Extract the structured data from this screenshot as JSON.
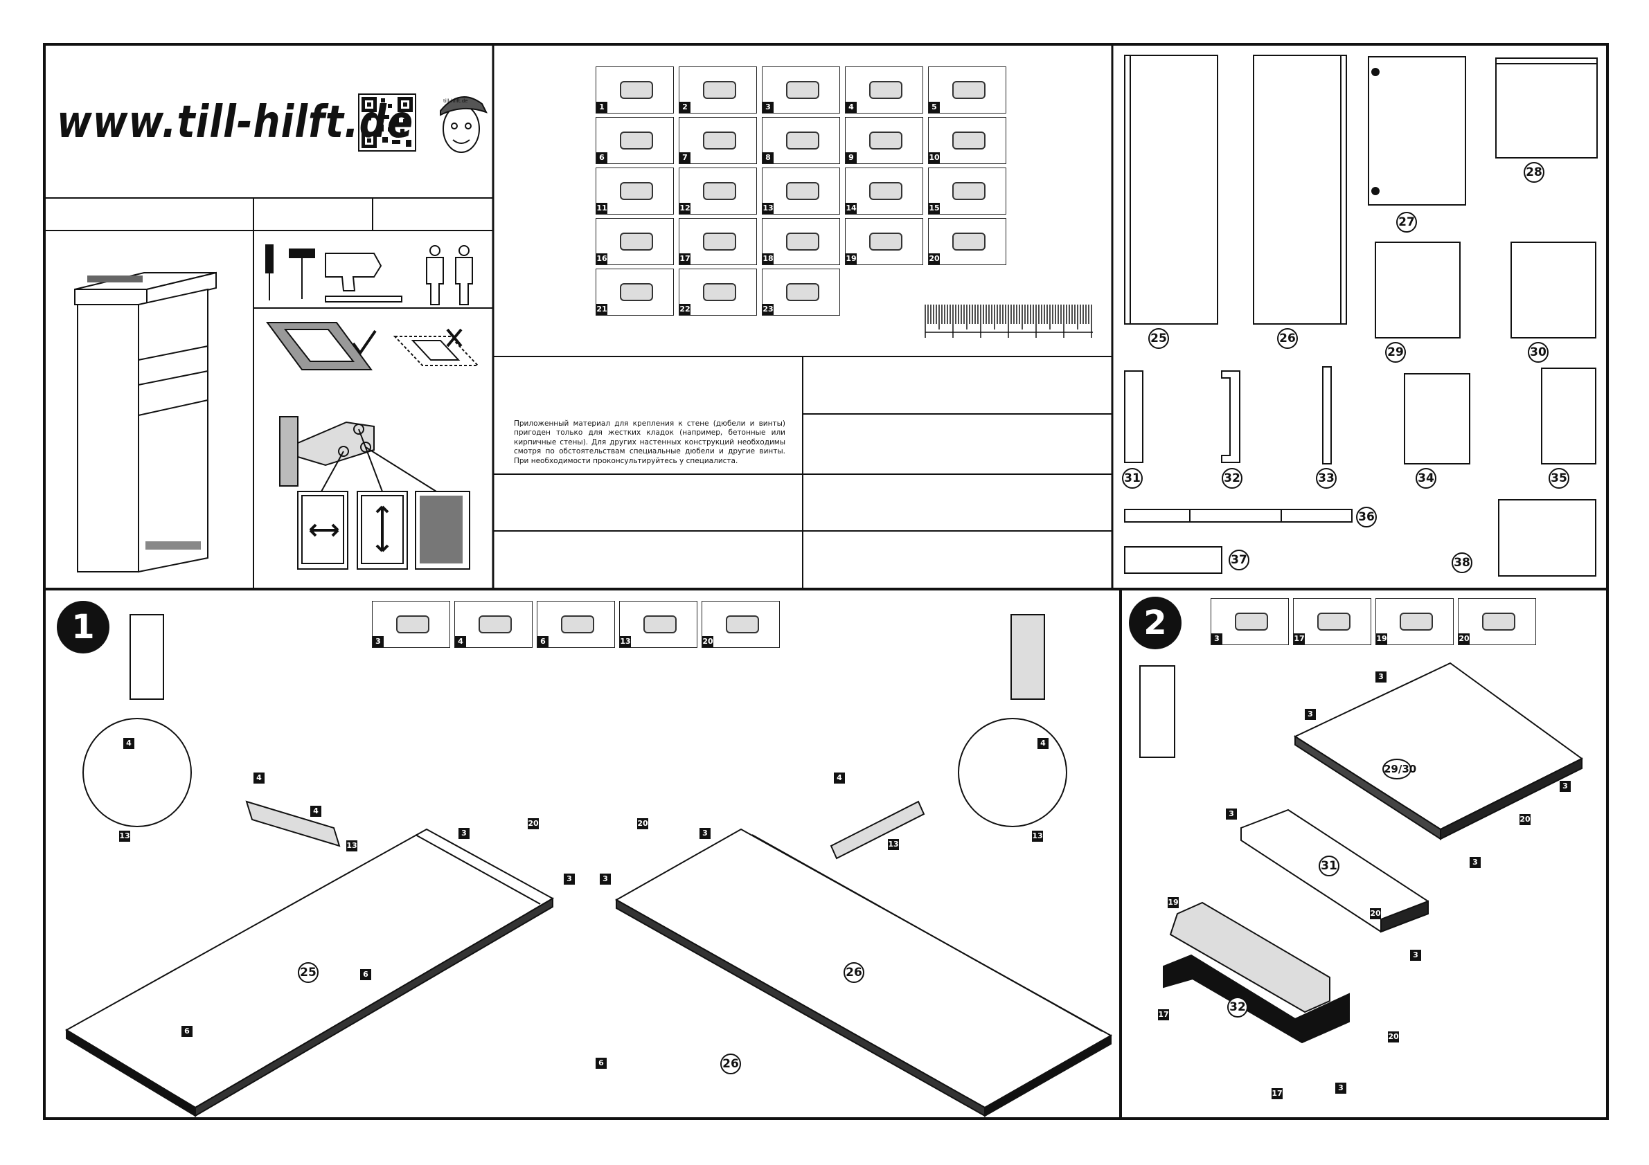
{
  "header": {
    "url": "www.till-hilft.de",
    "mascot_label": "till-hilft.de"
  },
  "note_ru": "Приложенный материал для крепления к стене (дюбели и винты) пригоден только для жестких кладок (например, бетонные или кирпичные стены). Для других настенных конструкций необходимы смотря по обстоятельствам специальные дюбели и другие винты. При необходимости проконсультируйтесь у специалиста.",
  "parts": [
    "1",
    "2",
    "3",
    "4",
    "5",
    "6",
    "7",
    "8",
    "9",
    "10",
    "11",
    "12",
    "13",
    "14",
    "15",
    "16",
    "17",
    "18",
    "19",
    "20",
    "21",
    "22",
    "23"
  ],
  "panels": [
    "25",
    "26",
    "27",
    "28",
    "29",
    "30",
    "31",
    "32",
    "33",
    "34",
    "35",
    "36",
    "37",
    "38"
  ],
  "step1": {
    "number": "1",
    "parts": [
      "3",
      "4",
      "6",
      "13",
      "20"
    ],
    "labels": {
      "hw4": "4",
      "hw13": "13",
      "hw3": "3",
      "hw20": "20",
      "hw6": "6",
      "p25": "25",
      "p26": "26"
    }
  },
  "step2": {
    "number": "2",
    "parts": [
      "3",
      "17",
      "19",
      "20"
    ],
    "labels": {
      "hw3": "3",
      "hw17": "17",
      "hw19": "19",
      "hw20": "20",
      "p2930": "29/30",
      "p31": "31",
      "p32": "32"
    }
  }
}
